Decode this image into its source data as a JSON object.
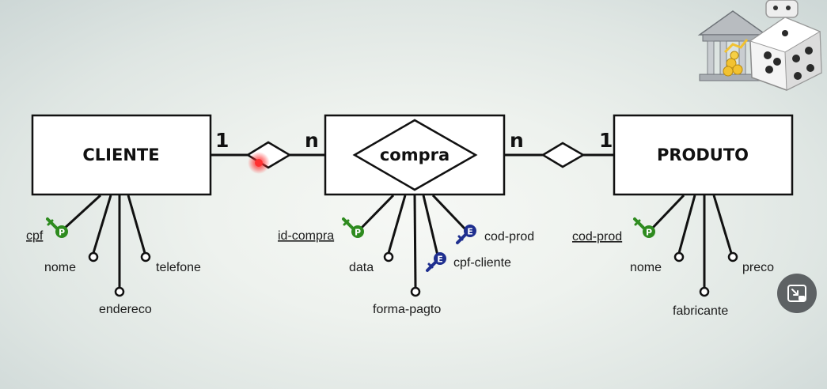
{
  "entities": {
    "cliente": "CLIENTE",
    "compra": "compra",
    "produto": "PRODUTO"
  },
  "relationships": {
    "cliente_compra": {
      "left_card": "1",
      "right_card": "n"
    },
    "compra_produto": {
      "left_card": "n",
      "right_card": "1"
    }
  },
  "attributes": {
    "cliente": {
      "key": "cpf",
      "items": [
        "nome",
        "telefone",
        "endereco"
      ]
    },
    "compra": {
      "key": "id-compra",
      "items": [
        "data",
        "forma-pagto"
      ],
      "foreign": [
        "cpf-cliente",
        "cod-prod"
      ]
    },
    "produto": {
      "key": "cod-prod",
      "items": [
        "nome",
        "preco",
        "fabricante"
      ]
    }
  },
  "key_badges": {
    "primary": "P",
    "foreign": "E"
  },
  "colors": {
    "primary_key": "#2e8b1f",
    "foreign_key": "#1f2f8f",
    "pointer": "#ff2a2a"
  },
  "icons": {
    "corner_logo": "bank-and-dice-icon",
    "pip_button": "picture-in-picture-icon"
  }
}
